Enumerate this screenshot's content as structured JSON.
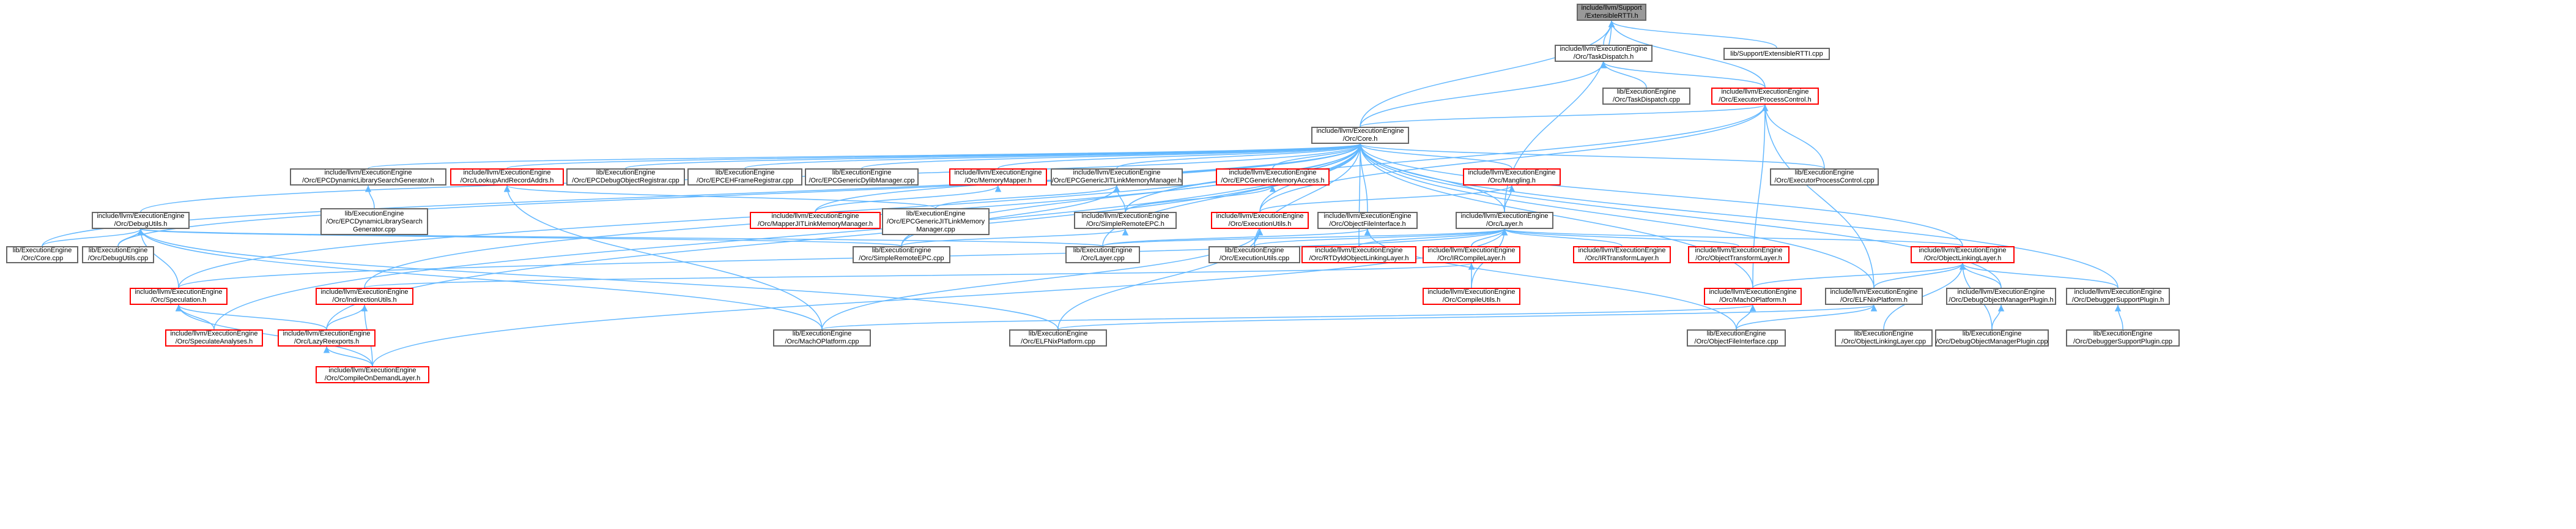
{
  "colors": {
    "edge": "#63b8ff",
    "box_border": "#666666",
    "box_red_border": "#ff0000",
    "root_fill": "#999999"
  },
  "nodes": [
    {
      "id": "root",
      "lines": [
        "include/llvm/Support",
        "/ExtensibleRTTI.h"
      ],
      "style": "root"
    },
    {
      "id": "taskdispatch_h",
      "lines": [
        "include/llvm/ExecutionEngine",
        "/Orc/TaskDispatch.h"
      ],
      "style": "plain"
    },
    {
      "id": "erttti_cpp",
      "lines": [
        "lib/Support/ExtensibleRTTI.cpp"
      ],
      "style": "plain"
    },
    {
      "id": "taskdispatch_cpp",
      "lines": [
        "lib/ExecutionEngine",
        "/Orc/TaskDispatch.cpp"
      ],
      "style": "plain"
    },
    {
      "id": "epc_h",
      "lines": [
        "include/llvm/ExecutionEngine",
        "/Orc/ExecutorProcessControl.h"
      ],
      "style": "red"
    },
    {
      "id": "core_h",
      "lines": [
        "include/llvm/ExecutionEngine",
        "/Orc/Core.h"
      ],
      "style": "plain"
    },
    {
      "id": "dylibsearch_h",
      "lines": [
        "include/llvm/ExecutionEngine",
        "/Orc/EPCDynamicLibrarySearchGenerator.h"
      ],
      "style": "plain"
    },
    {
      "id": "lookupaddr_h",
      "lines": [
        "include/llvm/ExecutionEngine",
        "/Orc/LookupAndRecordAddrs.h"
      ],
      "style": "red"
    },
    {
      "id": "debugobjreg_cpp",
      "lines": [
        "lib/ExecutionEngine",
        "/Orc/EPCDebugObjectRegistrar.cpp"
      ],
      "style": "plain"
    },
    {
      "id": "ehframe_cpp",
      "lines": [
        "lib/ExecutionEngine",
        "/Orc/EPCEHFrameRegistrar.cpp"
      ],
      "style": "plain"
    },
    {
      "id": "dylibmgr_cpp",
      "lines": [
        "lib/ExecutionEngine",
        "/Orc/EPCGenericDylibManager.cpp"
      ],
      "style": "plain"
    },
    {
      "id": "memmapper_h",
      "lines": [
        "include/llvm/ExecutionEngine",
        "/Orc/MemoryMapper.h"
      ],
      "style": "red"
    },
    {
      "id": "jitlinkmm_h",
      "lines": [
        "include/llvm/ExecutionEngine",
        "/Orc/EPCGenericJITLinkMemoryManager.h"
      ],
      "style": "plain"
    },
    {
      "id": "genmemaccess_h",
      "lines": [
        "include/llvm/ExecutionEngine",
        "/Orc/EPCGenericMemoryAccess.h"
      ],
      "style": "red"
    },
    {
      "id": "mangling_h",
      "lines": [
        "include/llvm/ExecutionEngine",
        "/Orc/Mangling.h"
      ],
      "style": "red"
    },
    {
      "id": "epc_cpp",
      "lines": [
        "lib/ExecutionEngine",
        "/Orc/ExecutorProcessControl.cpp"
      ],
      "style": "plain"
    },
    {
      "id": "dylibsearch_cpp",
      "lines": [
        "lib/ExecutionEngine",
        "/Orc/EPCDynamicLibrarySearch",
        "Generator.cpp"
      ],
      "style": "plain"
    },
    {
      "id": "mapperjitlink_h",
      "lines": [
        "include/llvm/ExecutionEngine",
        "/Orc/MapperJITLinkMemoryManager.h"
      ],
      "style": "red"
    },
    {
      "id": "jitlinkmm_cpp",
      "lines": [
        "lib/ExecutionEngine",
        "/Orc/EPCGenericJITLinkMemory",
        "Manager.cpp"
      ],
      "style": "plain"
    },
    {
      "id": "simpleremote_h",
      "lines": [
        "include/llvm/ExecutionEngine",
        "/Orc/SimpleRemoteEPC.h"
      ],
      "style": "plain"
    },
    {
      "id": "executils_h",
      "lines": [
        "include/llvm/ExecutionEngine",
        "/Orc/ExecutionUtils.h"
      ],
      "style": "red"
    },
    {
      "id": "objfileiface_h",
      "lines": [
        "include/llvm/ExecutionEngine",
        "/Orc/ObjectFileInterface.h"
      ],
      "style": "plain"
    },
    {
      "id": "layer_h",
      "lines": [
        "include/llvm/ExecutionEngine",
        "/Orc/Layer.h"
      ],
      "style": "plain"
    },
    {
      "id": "debugutils_h",
      "lines": [
        "include/llvm/ExecutionEngine",
        "/Orc/DebugUtils.h"
      ],
      "style": "plain"
    },
    {
      "id": "core_cpp",
      "lines": [
        "lib/ExecutionEngine",
        "/Orc/Core.cpp"
      ],
      "style": "plain"
    },
    {
      "id": "debugutils_cpp",
      "lines": [
        "lib/ExecutionEngine",
        "/Orc/DebugUtils.cpp"
      ],
      "style": "plain"
    },
    {
      "id": "simpleremote_cpp",
      "lines": [
        "lib/ExecutionEngine",
        "/Orc/SimpleRemoteEPC.cpp"
      ],
      "style": "plain"
    },
    {
      "id": "layer_cpp",
      "lines": [
        "lib/ExecutionEngine",
        "/Orc/Layer.cpp"
      ],
      "style": "plain"
    },
    {
      "id": "executils_cpp",
      "lines": [
        "lib/ExecutionEngine",
        "/Orc/ExecutionUtils.cpp"
      ],
      "style": "plain"
    },
    {
      "id": "rtdyld_h",
      "lines": [
        "include/llvm/ExecutionEngine",
        "/Orc/RTDyldObjectLinkingLayer.h"
      ],
      "style": "red"
    },
    {
      "id": "ircompile_h",
      "lines": [
        "include/llvm/ExecutionEngine",
        "/Orc/IRCompileLayer.h"
      ],
      "style": "red"
    },
    {
      "id": "irtransform_h",
      "lines": [
        "include/llvm/ExecutionEngine",
        "/Orc/IRTransformLayer.h"
      ],
      "style": "red"
    },
    {
      "id": "objtransform_h",
      "lines": [
        "include/llvm/ExecutionEngine",
        "/Orc/ObjectTransformLayer.h"
      ],
      "style": "red"
    },
    {
      "id": "objlinking_h",
      "lines": [
        "include/llvm/ExecutionEngine",
        "/Orc/ObjectLinkingLayer.h"
      ],
      "style": "red"
    },
    {
      "id": "speculation_h",
      "lines": [
        "include/llvm/ExecutionEngine",
        "/Orc/Speculation.h"
      ],
      "style": "red"
    },
    {
      "id": "indirection_h",
      "lines": [
        "include/llvm/ExecutionEngine",
        "/Orc/IndirectionUtils.h"
      ],
      "style": "red"
    },
    {
      "id": "compileutils_h",
      "lines": [
        "include/llvm/ExecutionEngine",
        "/Orc/CompileUtils.h"
      ],
      "style": "red"
    },
    {
      "id": "macho_h",
      "lines": [
        "include/llvm/ExecutionEngine",
        "/Orc/MachOPlatform.h"
      ],
      "style": "red"
    },
    {
      "id": "elfnix_h",
      "lines": [
        "include/llvm/ExecutionEngine",
        "/Orc/ELFNixPlatform.h"
      ],
      "style": "plain"
    },
    {
      "id": "debugobjmgr_h",
      "lines": [
        "include/llvm/ExecutionEngine",
        "/Orc/DebugObjectManagerPlugin.h"
      ],
      "style": "plain"
    },
    {
      "id": "debuggersupport_h",
      "lines": [
        "include/llvm/ExecutionEngine",
        "/Orc/DebuggerSupportPlugin.h"
      ],
      "style": "plain"
    },
    {
      "id": "speculative_h",
      "lines": [
        "include/llvm/ExecutionEngine",
        "/Orc/SpeculateAnalyses.h"
      ],
      "style": "red"
    },
    {
      "id": "lazyreexports_h",
      "lines": [
        "include/llvm/ExecutionEngine",
        "/Orc/LazyReexports.h"
      ],
      "style": "red"
    },
    {
      "id": "macho_cpp",
      "lines": [
        "lib/ExecutionEngine",
        "/Orc/MachOPlatform.cpp"
      ],
      "style": "plain"
    },
    {
      "id": "elfnix_cpp",
      "lines": [
        "lib/ExecutionEngine",
        "/Orc/ELFNixPlatform.cpp"
      ],
      "style": "plain"
    },
    {
      "id": "objfileiface_cpp",
      "lines": [
        "lib/ExecutionEngine",
        "/Orc/ObjectFileInterface.cpp"
      ],
      "style": "plain"
    },
    {
      "id": "objlinking_cpp",
      "lines": [
        "lib/ExecutionEngine",
        "/Orc/ObjectLinkingLayer.cpp"
      ],
      "style": "plain"
    },
    {
      "id": "debugobjmgr_cpp",
      "lines": [
        "lib/ExecutionEngine",
        "/Orc/DebugObjectManagerPlugin.cpp"
      ],
      "style": "plain"
    },
    {
      "id": "debuggersupport_cpp",
      "lines": [
        "lib/ExecutionEngine",
        "/Orc/DebuggerSupportPlugin.cpp"
      ],
      "style": "plain"
    },
    {
      "id": "compileondemand_h",
      "lines": [
        "include/llvm/ExecutionEngine",
        "/Orc/CompileOnDemandLayer.h"
      ],
      "style": "red"
    }
  ],
  "edges": [
    [
      "taskdispatch_h",
      "root"
    ],
    [
      "erttti_cpp",
      "root"
    ],
    [
      "core_h",
      "root"
    ],
    [
      "epc_h",
      "root"
    ],
    [
      "layer_h",
      "root"
    ],
    [
      "taskdispatch_cpp",
      "taskdispatch_h"
    ],
    [
      "epc_h",
      "taskdispatch_h"
    ],
    [
      "core_h",
      "taskdispatch_h"
    ],
    [
      "core_h",
      "epc_h"
    ],
    [
      "epc_cpp",
      "epc_h"
    ],
    [
      "executils_h",
      "epc_h"
    ],
    [
      "elfnix_h",
      "epc_h"
    ],
    [
      "macho_h",
      "epc_h"
    ],
    [
      "simpleremote_h",
      "epc_h"
    ],
    [
      "dylibsearch_h",
      "core_h"
    ],
    [
      "lookupaddr_h",
      "core_h"
    ],
    [
      "debugobjreg_cpp",
      "core_h"
    ],
    [
      "ehframe_cpp",
      "core_h"
    ],
    [
      "dylibmgr_cpp",
      "core_h"
    ],
    [
      "memmapper_h",
      "core_h"
    ],
    [
      "jitlinkmm_h",
      "core_h"
    ],
    [
      "genmemaccess_h",
      "core_h"
    ],
    [
      "mangling_h",
      "core_h"
    ],
    [
      "epc_cpp",
      "core_h"
    ],
    [
      "debugutils_h",
      "core_h"
    ],
    [
      "core_cpp",
      "core_h"
    ],
    [
      "debugutils_cpp",
      "core_h"
    ],
    [
      "layer_h",
      "core_h"
    ],
    [
      "objfileiface_h",
      "core_h"
    ],
    [
      "executils_h",
      "core_h"
    ],
    [
      "simpleremote_h",
      "core_h"
    ],
    [
      "speculation_h",
      "core_h"
    ],
    [
      "indirection_h",
      "core_h"
    ],
    [
      "lazyreexports_h",
      "core_h"
    ],
    [
      "speculative_h",
      "core_h"
    ],
    [
      "objlinking_h",
      "core_h"
    ],
    [
      "debugobjmgr_h",
      "core_h"
    ],
    [
      "debuggersupport_h",
      "core_h"
    ],
    [
      "macho_h",
      "core_h"
    ],
    [
      "elfnix_h",
      "core_h"
    ],
    [
      "mapperjitlink_h",
      "core_h"
    ],
    [
      "simpleremote_cpp",
      "core_h"
    ],
    [
      "layer_cpp",
      "core_h"
    ],
    [
      "executils_cpp",
      "core_h"
    ],
    [
      "rtdyld_h",
      "core_h"
    ],
    [
      "dylibsearch_cpp",
      "dylibsearch_h"
    ],
    [
      "jitlinkmm_cpp",
      "lookupaddr_h"
    ],
    [
      "macho_cpp",
      "lookupaddr_h"
    ],
    [
      "mapperjitlink_h",
      "memmapper_h"
    ],
    [
      "jitlinkmm_cpp",
      "jitlinkmm_h"
    ],
    [
      "simpleremote_h",
      "jitlinkmm_h"
    ],
    [
      "simpleremote_cpp",
      "jitlinkmm_h"
    ],
    [
      "simpleremote_h",
      "genmemaccess_h"
    ],
    [
      "layer_h",
      "mangling_h"
    ],
    [
      "executils_h",
      "mangling_h"
    ],
    [
      "simpleremote_cpp",
      "simpleremote_h"
    ],
    [
      "executils_cpp",
      "executils_h"
    ],
    [
      "macho_cpp",
      "executils_h"
    ],
    [
      "elfnix_cpp",
      "executils_h"
    ],
    [
      "layer_cpp",
      "objfileiface_h"
    ],
    [
      "objfileiface_cpp",
      "objfileiface_h"
    ],
    [
      "layer_cpp",
      "layer_h"
    ],
    [
      "executils_cpp",
      "layer_h"
    ],
    [
      "rtdyld_h",
      "layer_h"
    ],
    [
      "ircompile_h",
      "layer_h"
    ],
    [
      "irtransform_h",
      "layer_h"
    ],
    [
      "objtransform_h",
      "layer_h"
    ],
    [
      "objlinking_h",
      "layer_h"
    ],
    [
      "compileutils_h",
      "layer_h"
    ],
    [
      "compileondemand_h",
      "layer_h"
    ],
    [
      "speculation_h",
      "layer_h"
    ],
    [
      "core_cpp",
      "debugutils_h"
    ],
    [
      "debugutils_cpp",
      "debugutils_h"
    ],
    [
      "speculation_h",
      "debugutils_h"
    ],
    [
      "simpleremote_cpp",
      "debugutils_h"
    ],
    [
      "macho_cpp",
      "debugutils_h"
    ],
    [
      "elfnix_cpp",
      "debugutils_h"
    ],
    [
      "layer_cpp",
      "debugutils_h"
    ],
    [
      "compileutils_h",
      "ircompile_h"
    ],
    [
      "indirection_h",
      "ircompile_h"
    ],
    [
      "macho_h",
      "objlinking_h"
    ],
    [
      "elfnix_h",
      "objlinking_h"
    ],
    [
      "debugobjmgr_h",
      "objlinking_h"
    ],
    [
      "debuggersupport_h",
      "objlinking_h"
    ],
    [
      "objlinking_cpp",
      "objlinking_h"
    ],
    [
      "debugobjmgr_cpp",
      "objlinking_h"
    ],
    [
      "speculative_h",
      "speculation_h"
    ],
    [
      "lazyreexports_h",
      "speculation_h"
    ],
    [
      "compileondemand_h",
      "speculation_h"
    ],
    [
      "lazyreexports_h",
      "indirection_h"
    ],
    [
      "compileondemand_h",
      "indirection_h"
    ],
    [
      "compileondemand_h",
      "lazyreexports_h"
    ],
    [
      "macho_cpp",
      "macho_h"
    ],
    [
      "objfileiface_cpp",
      "macho_h"
    ],
    [
      "elfnix_cpp",
      "elfnix_h"
    ],
    [
      "objfileiface_cpp",
      "elfnix_h"
    ],
    [
      "debugobjmgr_cpp",
      "debugobjmgr_h"
    ],
    [
      "debuggersupport_cpp",
      "debuggersupport_h"
    ]
  ]
}
